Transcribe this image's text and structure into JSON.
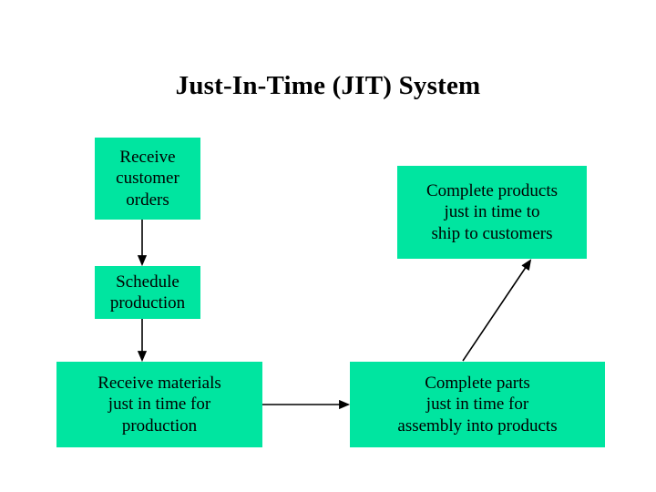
{
  "slide": {
    "title": "Just-In-Time (JIT) System",
    "background_color": "#ffffff",
    "box_fill_color": "#00e5a0",
    "text_color": "#000000",
    "arrow_color": "#000000"
  },
  "boxes": [
    {
      "id": "receive-orders",
      "text": "Receive\ncustomer\norders"
    },
    {
      "id": "schedule-production",
      "text": "Schedule\nproduction"
    },
    {
      "id": "receive-materials",
      "text": "Receive materials\njust in time for\nproduction"
    },
    {
      "id": "complete-parts",
      "text": "Complete parts\njust in time for\nassembly into products"
    },
    {
      "id": "complete-products",
      "text": "Complete products\njust in time to\nship to customers"
    }
  ],
  "arrows": [
    {
      "id": "orders-to-schedule",
      "from": "receive-orders",
      "to": "schedule-production"
    },
    {
      "id": "schedule-to-materials",
      "from": "schedule-production",
      "to": "receive-materials"
    },
    {
      "id": "materials-to-parts",
      "from": "receive-materials",
      "to": "complete-parts"
    },
    {
      "id": "parts-to-products",
      "from": "complete-parts",
      "to": "complete-products"
    }
  ]
}
